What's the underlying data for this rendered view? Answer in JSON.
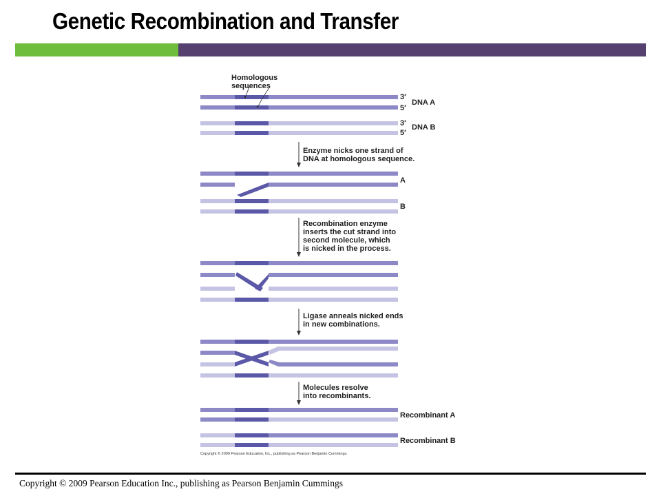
{
  "slide": {
    "title": "Genetic Recombination and Transfer",
    "accent_green": "#6ebd3d",
    "accent_purple": "#55406f",
    "footer": "Copyright © 2009 Pearson Education Inc., publishing as Pearson Benjamin Cummings"
  },
  "figure": {
    "homologous_label_line1": "Homologous",
    "homologous_label_line2": "sequences",
    "end_3": "3′",
    "end_5": "5′",
    "dna_a_label": "DNA A",
    "dna_b_label": "DNA B",
    "label_a": "A",
    "label_b": "B",
    "step1_line1": "Enzyme nicks one strand of",
    "step1_line2": "DNA at homologous sequence.",
    "step2_line1": "Recombination enzyme",
    "step2_line2": "inserts the cut strand into",
    "step2_line3": "second molecule, which",
    "step2_line4": "is nicked in the process.",
    "step3_line1": "Ligase anneals nicked ends",
    "step3_line2": "in new combinations.",
    "step4_line1": "Molecules resolve",
    "step4_line2": "into recombinants.",
    "recombinant_a_label": "Recombinant A",
    "recombinant_b_label": "Recombinant B",
    "figure_credit": "Copyright © 2009 Pearson Education, Inc., publishing as Pearson Benjamin Cummings.",
    "colors": {
      "strand_a": "#8d89c6",
      "strand_b": "#c5c3e3",
      "homologous": "#5c58a8"
    }
  }
}
